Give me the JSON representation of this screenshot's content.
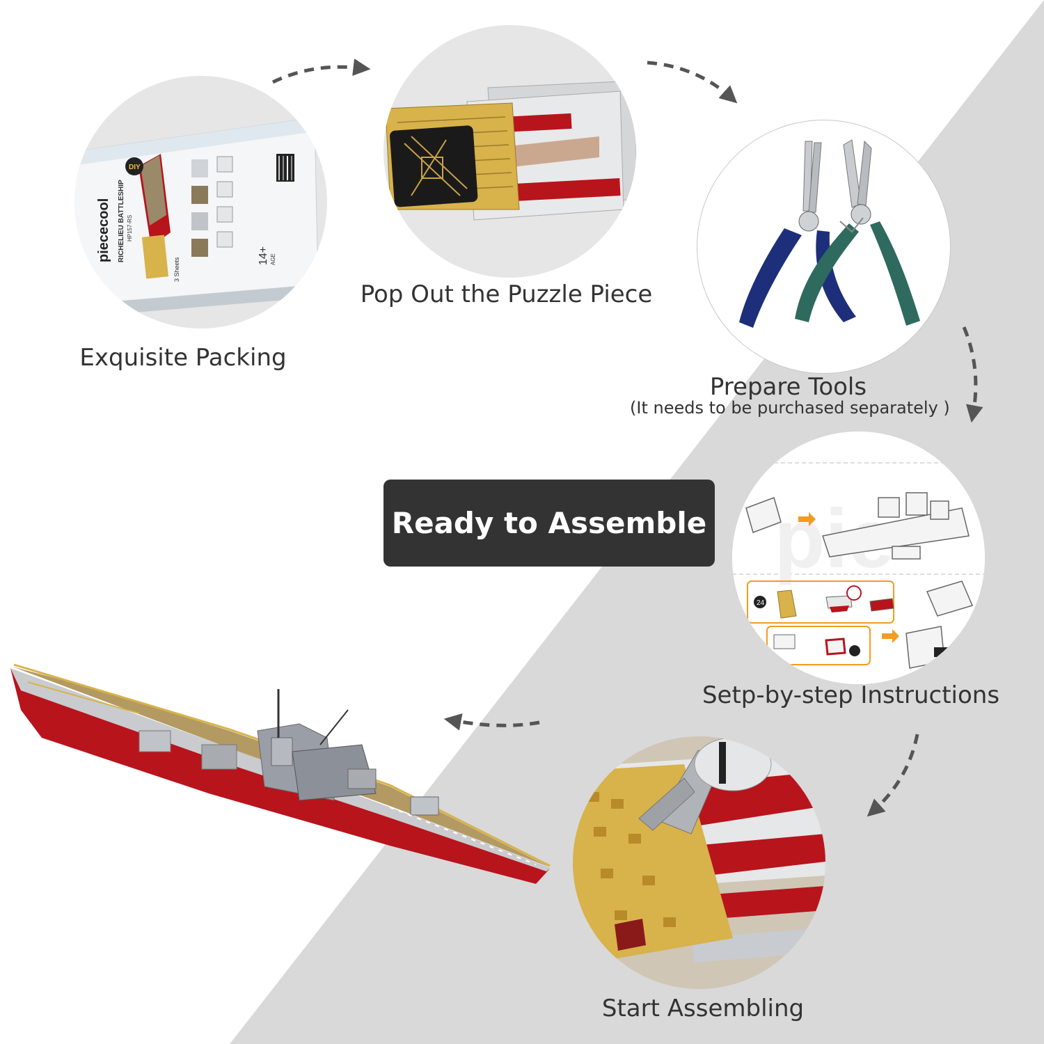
{
  "headline": "Ready to Assemble",
  "steps": [
    {
      "label": "Exquisite Packing"
    },
    {
      "label": "Pop Out the Puzzle Piece"
    },
    {
      "label": "Prepare Tools",
      "note": "(It needs to be purchased separately  )"
    },
    {
      "label": "Setp-by-step Instructions"
    },
    {
      "label": "Start Assembling"
    }
  ],
  "packaging": {
    "brand": "piececool",
    "product": "RICHELIEU BATTLESHIP",
    "code": "HP157-RS",
    "sheets": "3 Sheets",
    "age": "14+",
    "age_label": "AGE",
    "badge": "DIY"
  },
  "colors": {
    "background_band": "#d9d9d9",
    "circle_fill": "#e6e6e6",
    "badge": "#333333",
    "label_text": "#333333",
    "hull_red": "#b8141c",
    "plier_blue": "#1d2f7a",
    "plier_green": "#2f6a5e",
    "brass": "#d8b24a"
  },
  "icons": [
    "dashed-arrow-icon",
    "arrowhead-icon"
  ]
}
